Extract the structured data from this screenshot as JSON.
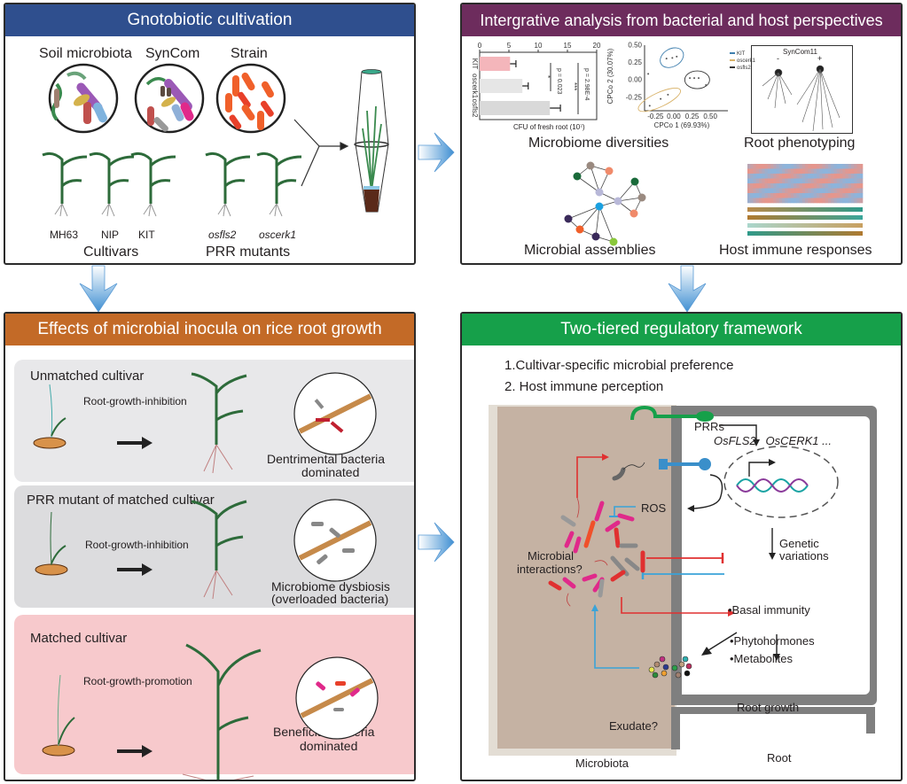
{
  "panels": {
    "cultivation": {
      "title": "Gnotobiotic cultivation",
      "header_color": "#2f4f8e",
      "inocula": [
        "Soil microbiota",
        "SynCom",
        "Strain"
      ],
      "cultivars": [
        "MH63",
        "NIP",
        "KIT"
      ],
      "mutants": [
        "osfls2",
        "oscerk1"
      ],
      "group_cultivars": "Cultivars",
      "group_mutants": "PRR mutants"
    },
    "analysis": {
      "title": "Intergrative analysis from bacterial and host perspectives",
      "header_color": "#6d2c5d",
      "sections": [
        "Microbiome diversities",
        "Root phenotyping",
        "Microbial assemblies",
        "Host immune responses"
      ],
      "root_pheno_title": "SynCom11",
      "root_pheno_minus": "-",
      "root_pheno_plus": "+"
    },
    "effects": {
      "title": "Effects of microbial inocula on rice root growth",
      "header_color": "#c36a27",
      "rows": [
        {
          "title": "Unmatched cultivar",
          "effect": "Root-growth-inhibition",
          "outcome_line1": "Dentrimental bacteria",
          "outcome_line2": "dominated",
          "bg": "#e8e8ea"
        },
        {
          "title": "PRR mutant of matched cultivar",
          "effect": "Root-growth-inhibition",
          "outcome_line1": "Microbiome dysbiosis",
          "outcome_line2": "(overloaded bacteria)",
          "bg": "#dcdcde"
        },
        {
          "title": "Matched cultivar",
          "effect": "Root-growth-promotion",
          "outcome_line1": "Beneficial bacteria",
          "outcome_line2": "dominated",
          "bg": "#f7c9cc"
        }
      ]
    },
    "framework": {
      "title": "Two-tiered regulatory framework",
      "header_color": "#16a04a",
      "points": [
        "1.Cultivar-specific microbial preference",
        "2. Host immune perception"
      ],
      "prrs": "PRRs",
      "receptors": "OsFLS2   OsCERK1 ...",
      "ros": "ROS",
      "genetic": "Genetic",
      "variations": "variations",
      "microbial_interactions_1": "Microbial",
      "microbial_interactions_2": "interactions?",
      "basal": "•Basal immunity",
      "phyto": "•Phytohormones",
      "metab": "•Metabolites",
      "root_growth": "Root growth",
      "exudate": "Exudate?",
      "microbiota": "Microbiota",
      "root": "Root"
    }
  },
  "chart_data": [
    {
      "type": "bar",
      "title": "",
      "orientation": "horizontal",
      "categories": [
        "KIT",
        "oscerk1",
        "osfls2"
      ],
      "values": [
        5.2,
        7.3,
        12.0
      ],
      "errors": [
        1.0,
        1.0,
        1.8
      ],
      "colors": [
        "#f4b6bb",
        "#e6e6e6",
        "#d9d9d9"
      ],
      "xlabel": "CFU of fresh root (10⁷)",
      "xlim": [
        0,
        20
      ],
      "xticks": [
        "0",
        "5",
        "10",
        "15",
        "20"
      ],
      "annotations": [
        "p = 0.023",
        "*",
        "p = 2.98E-4",
        "***"
      ]
    },
    {
      "type": "scatter",
      "title": "",
      "xlabel": "CPCo 1 (69.93%)",
      "ylabel": "CPCo 2 (30.07%)",
      "xticks": [
        "-0.25",
        "0.00",
        "0.25",
        "0.50"
      ],
      "yticks": [
        "-0.25",
        "0.00",
        "0.25",
        "0.50"
      ],
      "xlim": [
        -0.4,
        0.55
      ],
      "ylim": [
        -0.4,
        0.55
      ],
      "legend": "top-right",
      "series": [
        {
          "name": "KIT",
          "color": "#3f7fae",
          "points": [
            [
              -0.1,
              0.3
            ],
            [
              -0.02,
              0.31
            ],
            [
              0.04,
              0.33
            ]
          ]
        },
        {
          "name": "oscerk1",
          "color": "#d9b36a",
          "points": [
            [
              -0.33,
              -0.38
            ],
            [
              -0.18,
              -0.28
            ],
            [
              -0.08,
              -0.22
            ]
          ]
        },
        {
          "name": "osfls2",
          "color": "#333333",
          "points": [
            [
              0.22,
              0.02
            ],
            [
              0.28,
              0.02
            ],
            [
              0.34,
              0.02
            ],
            [
              0.44,
              -0.08
            ],
            [
              -0.35,
              0.08
            ]
          ]
        }
      ]
    }
  ]
}
